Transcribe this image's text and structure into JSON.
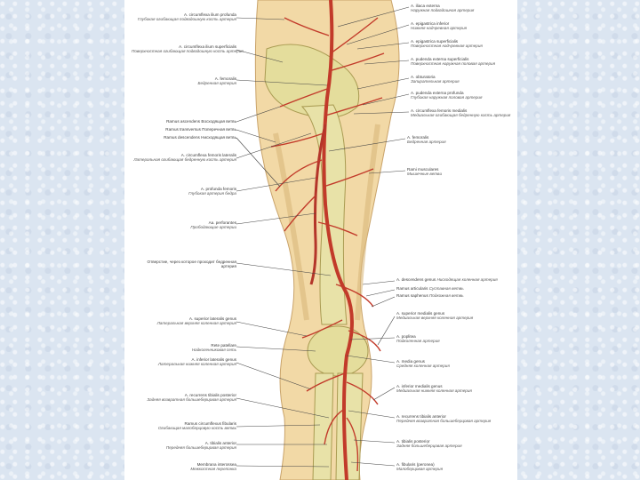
{
  "left_labels": [
    {
      "id": "l1",
      "la": "A. circumflexa ilium profunda",
      "ru": "Глубокая огибающая подвздошную кость артерия"
    },
    {
      "id": "l2",
      "la": "A. circumflexa ilium superficialis",
      "ru": "Поверхностная огибающая подвздошную кость артерия"
    },
    {
      "id": "l3",
      "la": "A. femoralis",
      "ru": "Бедренная артерия"
    },
    {
      "id": "l4",
      "la": "Ramus ascendens",
      "ru": "Восходящая ветвь"
    },
    {
      "id": "l5",
      "la": "Ramus transversus",
      "ru": "Поперечная ветвь"
    },
    {
      "id": "l6",
      "la": "Ramus descendens",
      "ru": "Нисходящая ветвь"
    },
    {
      "id": "l7",
      "la": "A. circumflexa femoris lateralis",
      "ru": "Латеральная огибающая бедренную кость артерия"
    },
    {
      "id": "l8",
      "la": "A. profunda femoris",
      "ru": "Глубокая артерия бедра"
    },
    {
      "id": "l9",
      "la": "Aa. perforantes",
      "ru": "Прободающие артерии"
    },
    {
      "id": "l10",
      "la": "Отверстие, через которое проходит бедренная артерия",
      "ru": ""
    },
    {
      "id": "l11",
      "la": "A. superior lateralis genus",
      "ru": "Латеральная верхняя коленная артерия"
    },
    {
      "id": "l12",
      "la": "Rete patellare",
      "ru": "Надколенниковая сеть"
    },
    {
      "id": "l13",
      "la": "A. inferior lateralis genus",
      "ru": "Латеральная нижняя коленная артерия"
    },
    {
      "id": "l14",
      "la": "A. recurrens tibialis posterior",
      "ru": "Задняя возвратная большеберцовая артерия"
    },
    {
      "id": "l15",
      "la": "Ramus circumflexus fibularis",
      "ru": "Огибающая малоберцовую кость ветвь"
    },
    {
      "id": "l16",
      "la": "A. tibialis anterior",
      "ru": "Передняя большеберцовая артерия"
    },
    {
      "id": "l17",
      "la": "Membrana interossea",
      "ru": "Межкостная перепонка"
    }
  ],
  "right_labels": [
    {
      "id": "r1",
      "la": "A. iliaca externa",
      "ru": "Наружная подвздошная артерия"
    },
    {
      "id": "r2",
      "la": "A. epigastrica inferior",
      "ru": "Нижняя надчревная артерия"
    },
    {
      "id": "r3",
      "la": "A. epigastrica superficialis",
      "ru": "Поверхностная надчревная артерия"
    },
    {
      "id": "r4",
      "la": "A. pudenda externa superficialis",
      "ru": "Поверхностная наружная половая артерия"
    },
    {
      "id": "r5",
      "la": "A. obturatoria",
      "ru": "Запирательная артерия"
    },
    {
      "id": "r6",
      "la": "A. pudenda externa profunda",
      "ru": "Глубокая наружная половая артерия"
    },
    {
      "id": "r7",
      "la": "A. circumflexa femoris medialis",
      "ru": "Медиальная огибающая бедренную кость артерия"
    },
    {
      "id": "r8",
      "la": "A. femoralis",
      "ru": "Бедренная артерия"
    },
    {
      "id": "r9",
      "la": "Rami musculares",
      "ru": "Мышечные ветви"
    },
    {
      "id": "r10",
      "la": "A. descendens genus",
      "ru": "Нисходящая коленная артерия"
    },
    {
      "id": "r11",
      "la": "Ramus articularis",
      "ru": "Суставная ветвь"
    },
    {
      "id": "r12",
      "la": "Ramus saphenus",
      "ru": "Подкожная ветвь"
    },
    {
      "id": "r13",
      "la": "A. superior medialis genus",
      "ru": "Медиальная верхняя коленная артерия"
    },
    {
      "id": "r14",
      "la": "A. poplitea",
      "ru": "Подколенная артерия"
    },
    {
      "id": "r15",
      "la": "A. media genus",
      "ru": "Средняя коленная артерия"
    },
    {
      "id": "r16",
      "la": "A. inferior medialis genus",
      "ru": "Медиальная нижняя коленная артерия"
    },
    {
      "id": "r17",
      "la": "A. recurrens tibialis anterior",
      "ru": "Передняя возвратная большеберцовая артерия"
    },
    {
      "id": "r18",
      "la": "A. tibialis posterior",
      "ru": "Задняя большеберцовая артерия"
    },
    {
      "id": "r19",
      "la": "A. fibularis (peronea)",
      "ru": "Малоберцовая артерия"
    }
  ],
  "colors": {
    "background": "#dbe5f1",
    "skin": "#f2d9a6",
    "bone": "#e4dd9c",
    "artery": "#c23a2a",
    "leader": "#444444"
  }
}
